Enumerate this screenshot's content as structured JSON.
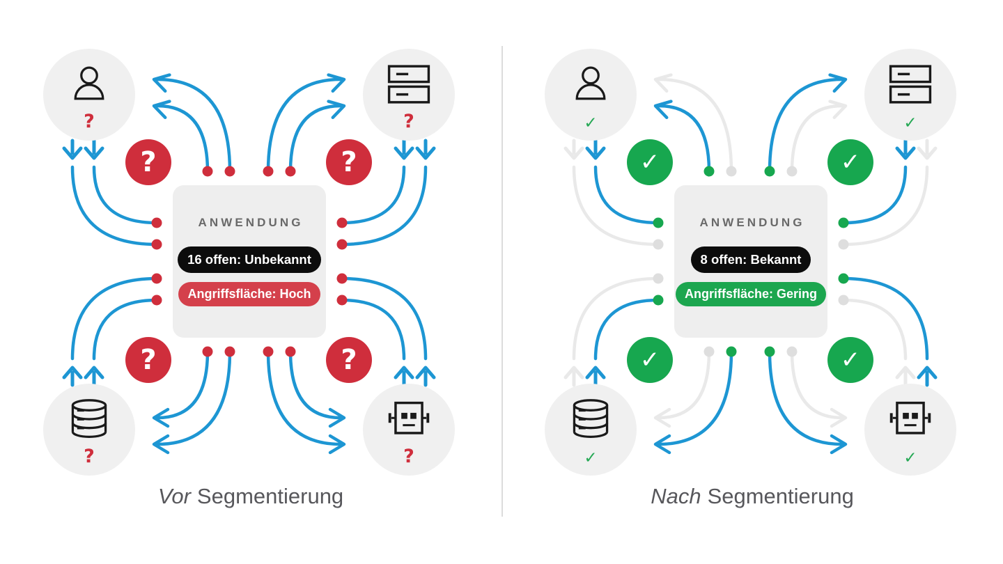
{
  "colors": {
    "active_blue": "#1d96d3",
    "risk_red": "#cf2e3c",
    "pill_red": "#d4404b",
    "safe_green": "#17a74f",
    "inactive_arc_gray": "#e9e9e9",
    "inactive_dot_gray": "#dedede",
    "node_circle_bg": "#f0f0f0",
    "application_box_bg": "#eeeeee",
    "pill_black": "#0c0c0c",
    "title_gray": "#696969",
    "caption_gray": "#57575b"
  },
  "panels": [
    {
      "id": "before",
      "caption_emphasis": "Vor",
      "caption_rest": "Segmentierung",
      "status_glyph": "?",
      "badge_glyph": "?",
      "center": {
        "title": "ANWENDUNG",
        "open_label": "16 offen: Unbekannt",
        "surface_label": "Angriffsfläche: Hoch"
      },
      "entities": [
        {
          "icon": "user-icon"
        },
        {
          "icon": "server-rack-icon"
        },
        {
          "icon": "database-icon"
        },
        {
          "icon": "bot-icon"
        }
      ]
    },
    {
      "id": "after",
      "caption_emphasis": "Nach",
      "caption_rest": "Segmentierung",
      "status_glyph": "✓",
      "badge_glyph": "✓",
      "center": {
        "title": "ANWENDUNG",
        "open_label": "8 offen: Bekannt",
        "surface_label": "Angriffsfläche: Gering"
      },
      "entities": [
        {
          "icon": "user-icon"
        },
        {
          "icon": "server-rack-icon"
        },
        {
          "icon": "database-icon"
        },
        {
          "icon": "bot-icon"
        }
      ]
    }
  ]
}
